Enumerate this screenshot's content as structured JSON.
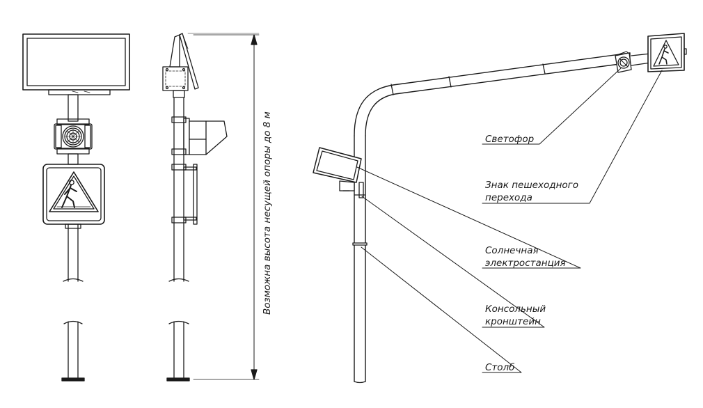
{
  "dimension_label": "Возможна высота несущей опоры до 8 м",
  "labels": {
    "traffic_light": "Светофор",
    "sign_line1": "Знак пешеходного",
    "sign_line2": "перехода",
    "solar_line1": "Солнечная",
    "solar_line2": "электростанция",
    "bracket_line1": "Консольный",
    "bracket_line2": "кронштейн",
    "pole": "Столб"
  },
  "colors": {
    "stroke": "#1a1a1a",
    "fill": "#ffffff"
  }
}
